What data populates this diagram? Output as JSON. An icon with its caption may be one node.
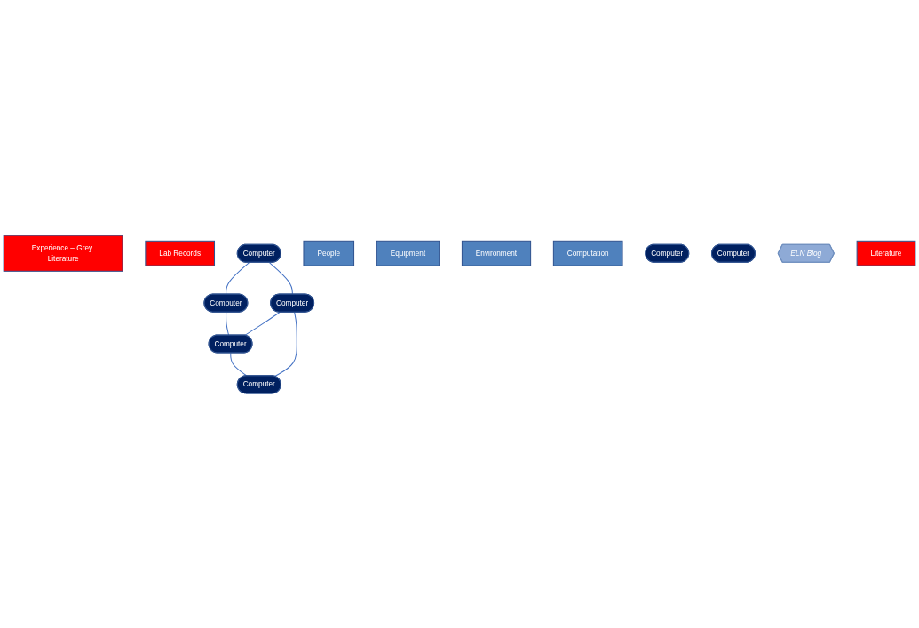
{
  "diagram": {
    "nodes": [
      {
        "text": [
          "Experience – Grey Literature"
        ]
      },
      {
        "text": [
          "Lab Records"
        ]
      },
      {
        "text": [
          "Computer"
        ]
      },
      {
        "text": [
          "Computer"
        ]
      },
      {
        "text": [
          "People"
        ]
      },
      {
        "text": [
          "Equipment"
        ]
      },
      {
        "text": [
          "Environment"
        ]
      },
      {
        "text": [
          "Computation"
        ]
      },
      {
        "text": [
          "Computer"
        ]
      },
      {
        "text": [
          "Computer"
        ]
      },
      {
        "text": [
          "Computer"
        ]
      },
      {
        "text": [
          "Computer"
        ]
      },
      {
        "text": [
          "ELN Blog"
        ]
      },
      {
        "text": [
          "Computer"
        ]
      },
      {
        "text": [
          "Literature"
        ]
      }
    ],
    "edges": [
      {
        "from": 2,
        "to": 3,
        "arrow": "none"
      },
      {
        "from": 2,
        "to": 8,
        "arrow": "none"
      },
      {
        "from": 3,
        "to": 11,
        "arrow": "none"
      },
      {
        "from": 8,
        "to": 11,
        "arrow": "none"
      },
      {
        "from": 8,
        "to": 13,
        "arrow": "none"
      },
      {
        "from": 11,
        "to": 13,
        "arrow": "none"
      }
    ]
  }
}
